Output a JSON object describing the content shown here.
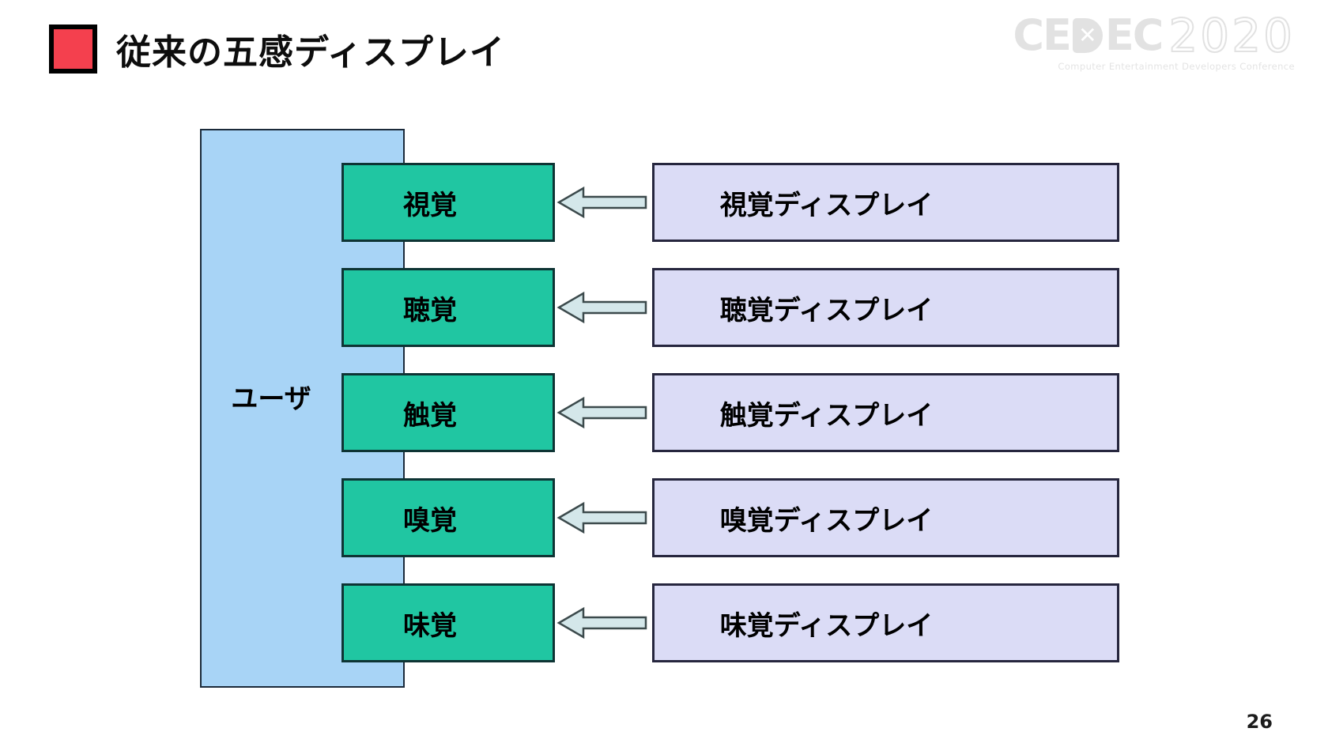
{
  "slide": {
    "title": "従来の五感ディスプレイ",
    "page_number": "26"
  },
  "logo": {
    "ce": "CE",
    "d_x": "✕",
    "ec": "EC",
    "year": "2020",
    "subtitle": "Computer Entertainment Developers Conference"
  },
  "diagram": {
    "user_label": "ユーザ",
    "rows": [
      {
        "sense": "視覚",
        "display": "視覚ディスプレイ"
      },
      {
        "sense": "聴覚",
        "display": "聴覚ディスプレイ"
      },
      {
        "sense": "触覚",
        "display": "触覚ディスプレイ"
      },
      {
        "sense": "嗅覚",
        "display": "嗅覚ディスプレイ"
      },
      {
        "sense": "味覚",
        "display": "味覚ディスプレイ"
      }
    ],
    "colors": {
      "title_bullet": "#f4404e",
      "user_box": "#a8d4f6",
      "sense_box": "#20c6a2",
      "display_box": "#dbdcf6",
      "arrow_fill": "#d4e7ea",
      "arrow_border": "#3c4a4c",
      "logo_gray": "#e2e2e2"
    }
  }
}
